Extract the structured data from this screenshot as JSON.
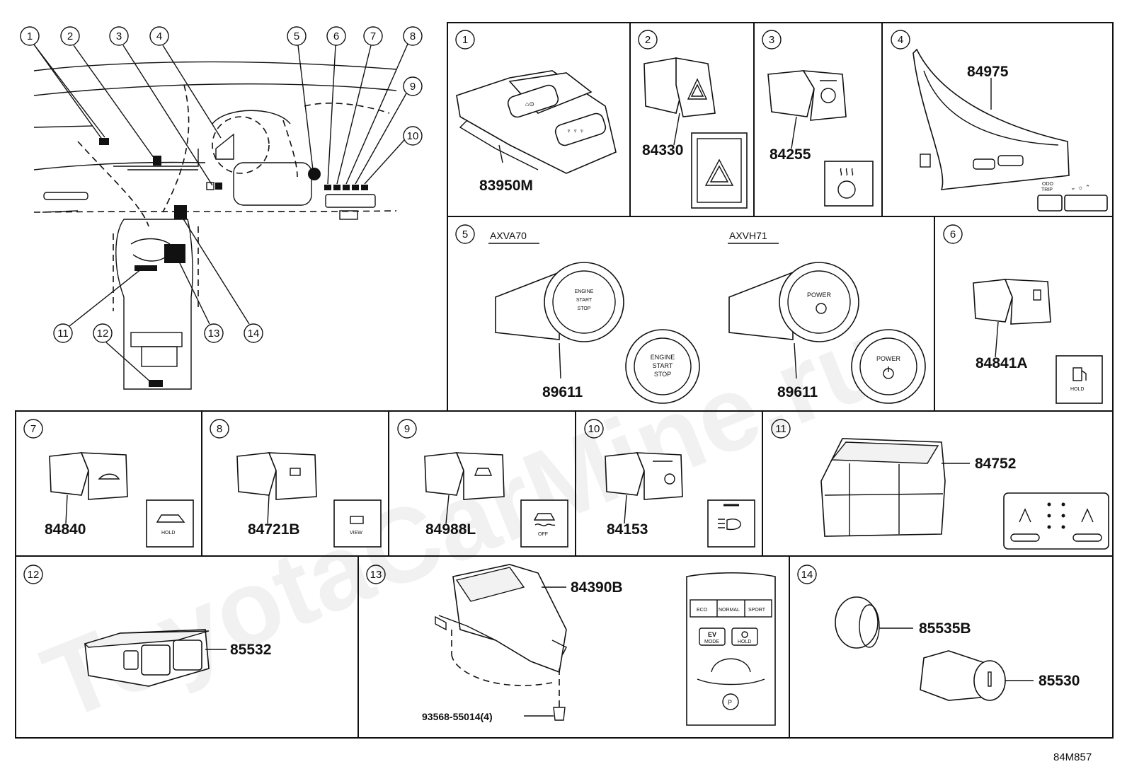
{
  "watermark": "ToyotaCarMine.ru",
  "footer_code": "84M857",
  "overview_callouts": [
    "1",
    "2",
    "3",
    "4",
    "5",
    "6",
    "7",
    "8",
    "9",
    "10",
    "11",
    "12",
    "13",
    "14"
  ],
  "panels": {
    "p1": {
      "num": "1",
      "parts": [
        "83950M"
      ]
    },
    "p2": {
      "num": "2",
      "parts": [
        "84330"
      ]
    },
    "p3": {
      "num": "3",
      "parts": [
        "84255"
      ]
    },
    "p4": {
      "num": "4",
      "parts": [
        "84975"
      ],
      "labels": {
        "odo": "ODO",
        "trip": "TRIP"
      }
    },
    "p5": {
      "num": "5",
      "variant_a": "AXVA70",
      "variant_b": "AXVH71",
      "parts": [
        "89611",
        "89611"
      ],
      "button_a": [
        "ENGINE",
        "START",
        "STOP"
      ],
      "button_b": [
        "POWER"
      ]
    },
    "p6": {
      "num": "6",
      "parts": [
        "84841A"
      ],
      "icon_text": "HOLD"
    },
    "p7": {
      "num": "7",
      "parts": [
        "84840"
      ],
      "icon_text": "HOLD"
    },
    "p8": {
      "num": "8",
      "parts": [
        "84721B"
      ],
      "icon_text": "VIEW"
    },
    "p9": {
      "num": "9",
      "parts": [
        "84988L"
      ],
      "icon_text": "OFF"
    },
    "p10": {
      "num": "10",
      "parts": [
        "84153"
      ]
    },
    "p11": {
      "num": "11",
      "parts": [
        "84752"
      ]
    },
    "p12": {
      "num": "12",
      "parts": [
        "85532"
      ]
    },
    "p13": {
      "num": "13",
      "parts": [
        "84390B",
        "93568-55014(4)"
      ],
      "modes": [
        "ECO",
        "NORMAL",
        "SPORT"
      ],
      "ev": "EV",
      "ev_mode": "MODE",
      "hold": "HOLD",
      "park": "P"
    },
    "p14": {
      "num": "14",
      "parts": [
        "85535B",
        "85530"
      ]
    }
  }
}
